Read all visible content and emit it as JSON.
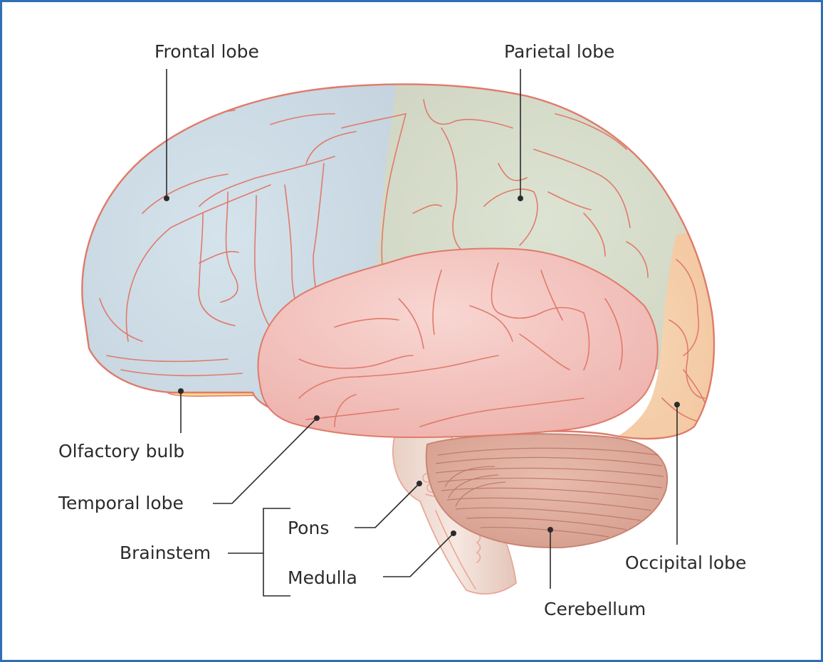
{
  "diagram": {
    "subject": "Lateral view of the human brain",
    "colors": {
      "frame": "#2f6fb5",
      "frontal": "#cfdde6",
      "parietal": "#d6dcca",
      "temporal": "#f3c2bd",
      "occipital": "#f4cba3",
      "cerebellum": "#deaa9b",
      "brainstem": "#efd9cf",
      "olfactory": "#fbd98b",
      "outline": "#e07a6a",
      "text": "#2b2b2b"
    },
    "labels": {
      "frontal": "Frontal lobe",
      "parietal": "Parietal lobe",
      "olfactory": "Olfactory bulb",
      "temporal": "Temporal lobe",
      "brainstem": "Brainstem",
      "pons": "Pons",
      "medulla": "Medulla",
      "cerebellum": "Cerebellum",
      "occipital": "Occipital lobe"
    }
  }
}
